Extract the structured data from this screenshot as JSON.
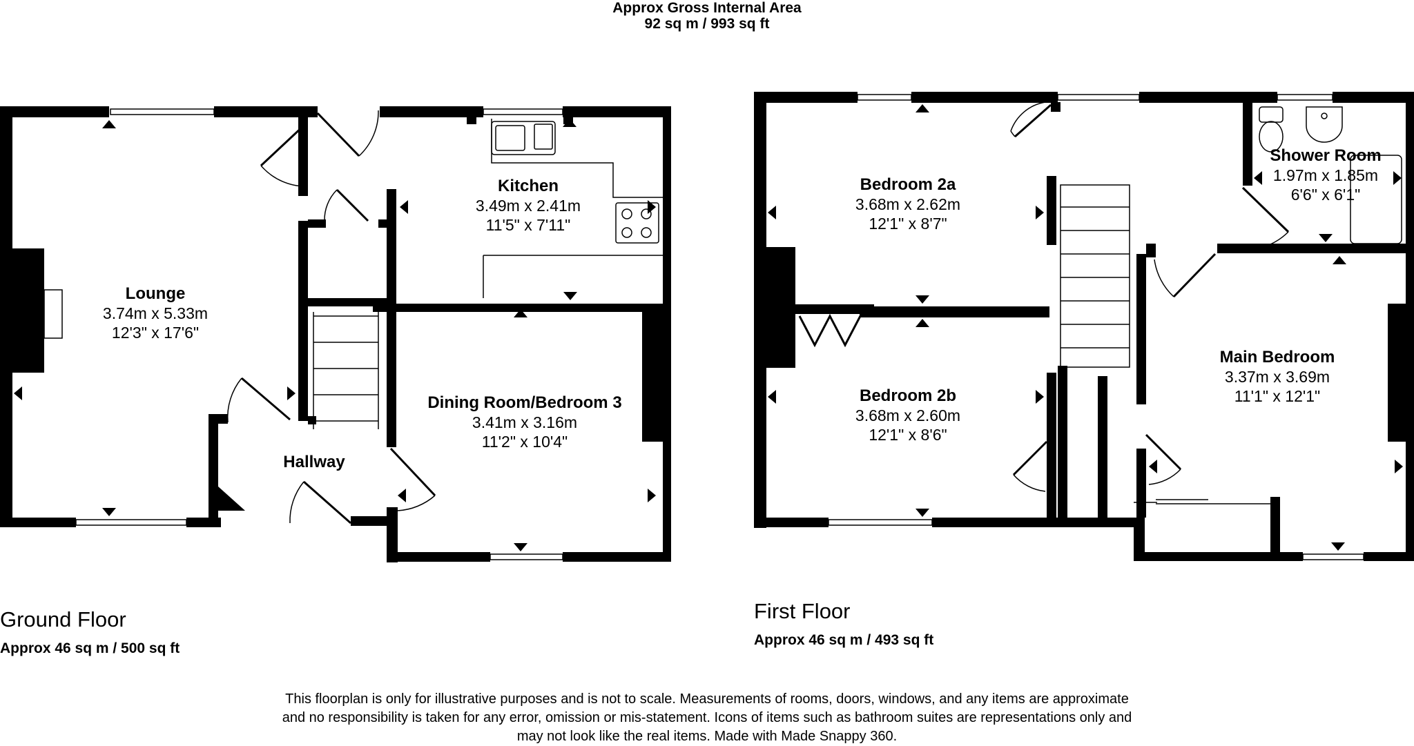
{
  "header": {
    "title": "Approx Gross Internal Area",
    "area": "92 sq m / 993 sq ft"
  },
  "floors": {
    "ground": {
      "title": "Ground Floor",
      "area": "Approx 46 sq m / 500 sq ft",
      "rooms": {
        "lounge": {
          "name": "Lounge",
          "metric": "3.74m x 5.33m",
          "imperial": "12'3\" x 17'6\""
        },
        "kitchen": {
          "name": "Kitchen",
          "metric": "3.49m x 2.41m",
          "imperial": "11'5\" x 7'11\""
        },
        "dining": {
          "name": "Dining Room/Bedroom 3",
          "metric": "3.41m x 3.16m",
          "imperial": "11'2\" x 10'4\""
        },
        "hallway": {
          "name": "Hallway"
        }
      }
    },
    "first": {
      "title": "First Floor",
      "area": "Approx 46 sq m / 493 sq ft",
      "rooms": {
        "bedroom2a": {
          "name": "Bedroom 2a",
          "metric": "3.68m x 2.62m",
          "imperial": "12'1\" x 8'7\""
        },
        "bedroom2b": {
          "name": "Bedroom 2b",
          "metric": "3.68m x 2.60m",
          "imperial": "12'1\" x 8'6\""
        },
        "shower": {
          "name": "Shower Room",
          "metric": "1.97m x 1.85m",
          "imperial": "6'6\" x 6'1\""
        },
        "main": {
          "name": "Main Bedroom",
          "metric": "3.37m x 3.69m",
          "imperial": "11'1\" x 12'1\""
        }
      }
    }
  },
  "disclaimer": [
    "This floorplan is only for illustrative purposes and is not to scale. Measurements of rooms, doors, windows, and any items are approximate",
    "and no responsibility is taken for any error, omission or mis-statement. Icons of items such as bathroom suites are representations only and",
    "may not look like the real items. Made with Made Snappy 360."
  ]
}
